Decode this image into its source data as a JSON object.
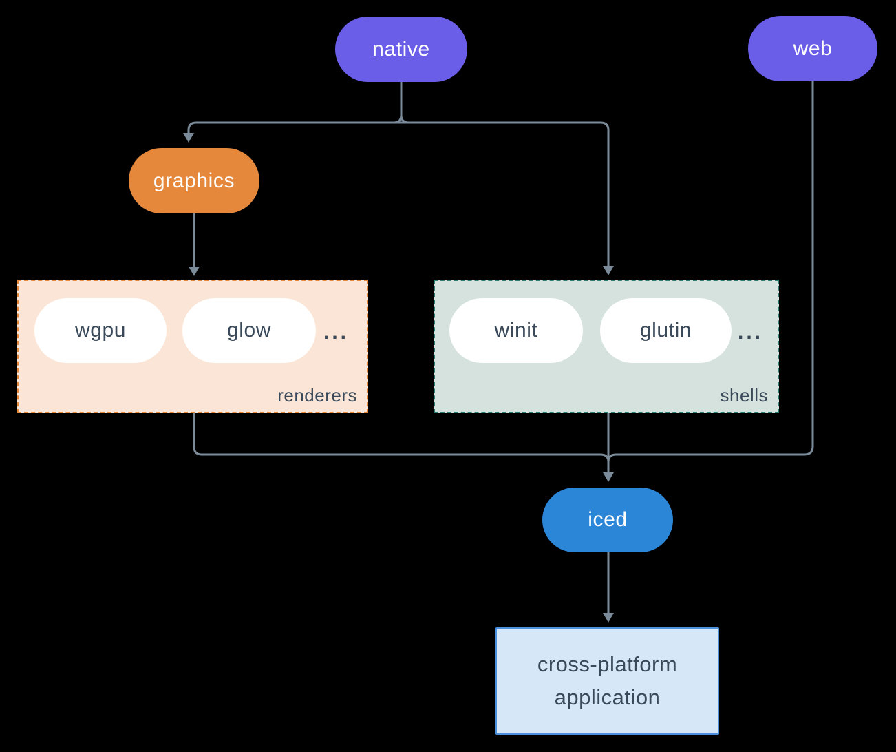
{
  "nodes": {
    "native": {
      "label": "native",
      "fill": "#6a5de8",
      "text_color": "#ffffff"
    },
    "web": {
      "label": "web",
      "fill": "#6a5de8",
      "text_color": "#ffffff"
    },
    "graphics": {
      "label": "graphics",
      "fill": "#e5883c",
      "text_color": "#ffffff"
    },
    "iced": {
      "label": "iced",
      "fill": "#2c86d8",
      "text_color": "#ffffff"
    },
    "application": {
      "label": "cross-platform application",
      "fill": "#d6e8f8",
      "border": "#4a90dd",
      "text_color": "#3a4a5a"
    }
  },
  "groups": {
    "renderers": {
      "label": "renderers",
      "items": [
        {
          "label": "wgpu"
        },
        {
          "label": "glow"
        }
      ],
      "ellipsis": "...",
      "fill": "#fae5d6",
      "border": "#e5883c"
    },
    "shells": {
      "label": "shells",
      "items": [
        {
          "label": "winit"
        },
        {
          "label": "glutin"
        }
      ],
      "ellipsis": "...",
      "fill": "#d5e2dd",
      "border": "#2e7d6e"
    }
  },
  "edges": [
    {
      "from": "native",
      "to": "graphics"
    },
    {
      "from": "native",
      "to": "shells"
    },
    {
      "from": "graphics",
      "to": "renderers"
    },
    {
      "from": "renderers",
      "to": "iced"
    },
    {
      "from": "shells",
      "to": "iced"
    },
    {
      "from": "web",
      "to": "iced"
    },
    {
      "from": "iced",
      "to": "application"
    }
  ],
  "colors": {
    "background": "#000000",
    "connector": "#7b8b9a",
    "dark_text": "#3a4a5a",
    "white_pill": "#ffffff"
  }
}
